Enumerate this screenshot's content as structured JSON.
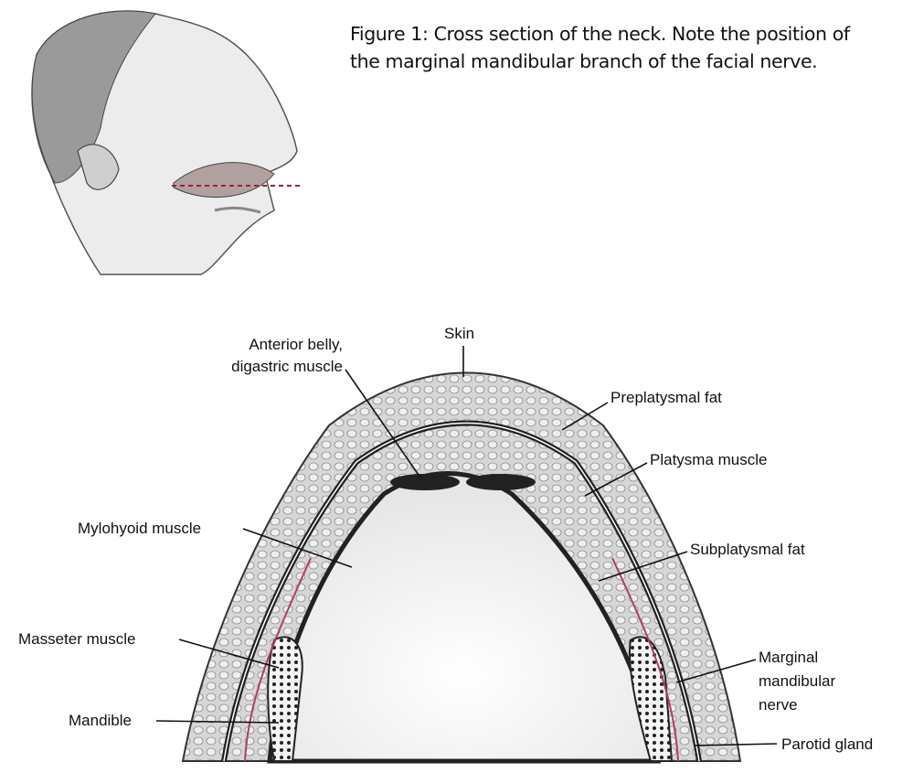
{
  "caption": {
    "line1": "Figure 1: Cross section of the neck. Note the position of",
    "line2": "the marginal mandibular branch of the facial nerve."
  },
  "labels": {
    "skin": "Skin",
    "anterior_belly_1": "Anterior belly,",
    "anterior_belly_2": "digastric muscle",
    "preplatysmal_fat": "Preplatysmal fat",
    "platysma_muscle": "Platysma muscle",
    "mylohyoid_muscle": "Mylohyoid muscle",
    "subplatysmal_fat": "Subplatysmal fat",
    "masseter_muscle": "Masseter muscle",
    "marginal_1": "Marginal",
    "marginal_2": "mandibular",
    "marginal_3": "nerve",
    "mandible": "Mandible",
    "parotid_gland": "Parotid gland"
  },
  "colors": {
    "nerve": "#b0405a",
    "incision": "#a0203a"
  }
}
